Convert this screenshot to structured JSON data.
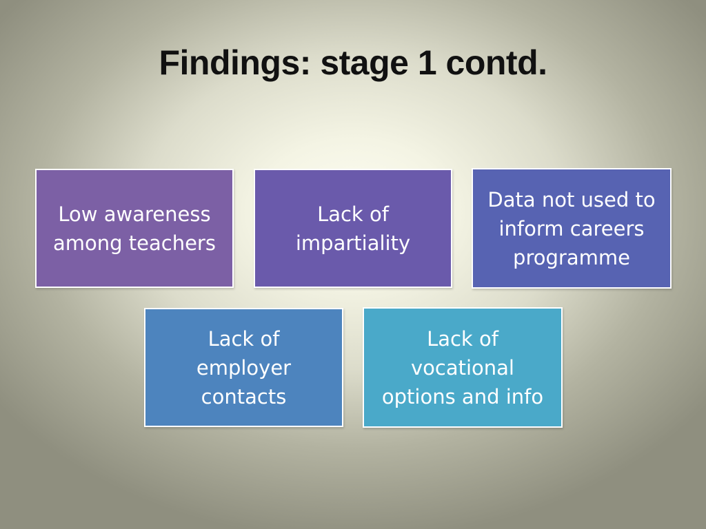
{
  "slide": {
    "title": "Findings: stage 1 contd.",
    "boxes": [
      {
        "lines": [
          "Low awareness",
          "among teachers"
        ],
        "color": "#7c60a5"
      },
      {
        "lines": [
          "Lack of",
          "impartiality"
        ],
        "color": "#6a5aab"
      },
      {
        "lines": [
          "Data not used to",
          "inform careers",
          "programme"
        ],
        "color": "#5763b2"
      },
      {
        "lines": [
          "Lack of",
          "employer",
          "contacts"
        ],
        "color": "#4d84be"
      },
      {
        "lines": [
          "Lack of",
          "vocational",
          "options and info"
        ],
        "color": "#4aa9c9"
      }
    ]
  }
}
